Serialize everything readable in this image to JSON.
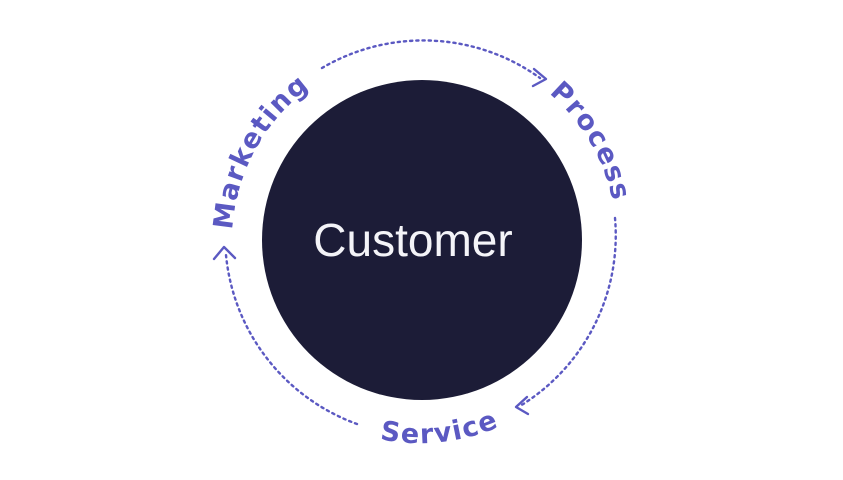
{
  "center": {
    "label": "Customer",
    "fill_color": "#1c1c37",
    "text_color": "#f4f4f8"
  },
  "cycle": {
    "accent_color": "#5b59c2",
    "stages": [
      {
        "label": "Marketing"
      },
      {
        "label": "Process"
      },
      {
        "label": "Service"
      }
    ]
  }
}
